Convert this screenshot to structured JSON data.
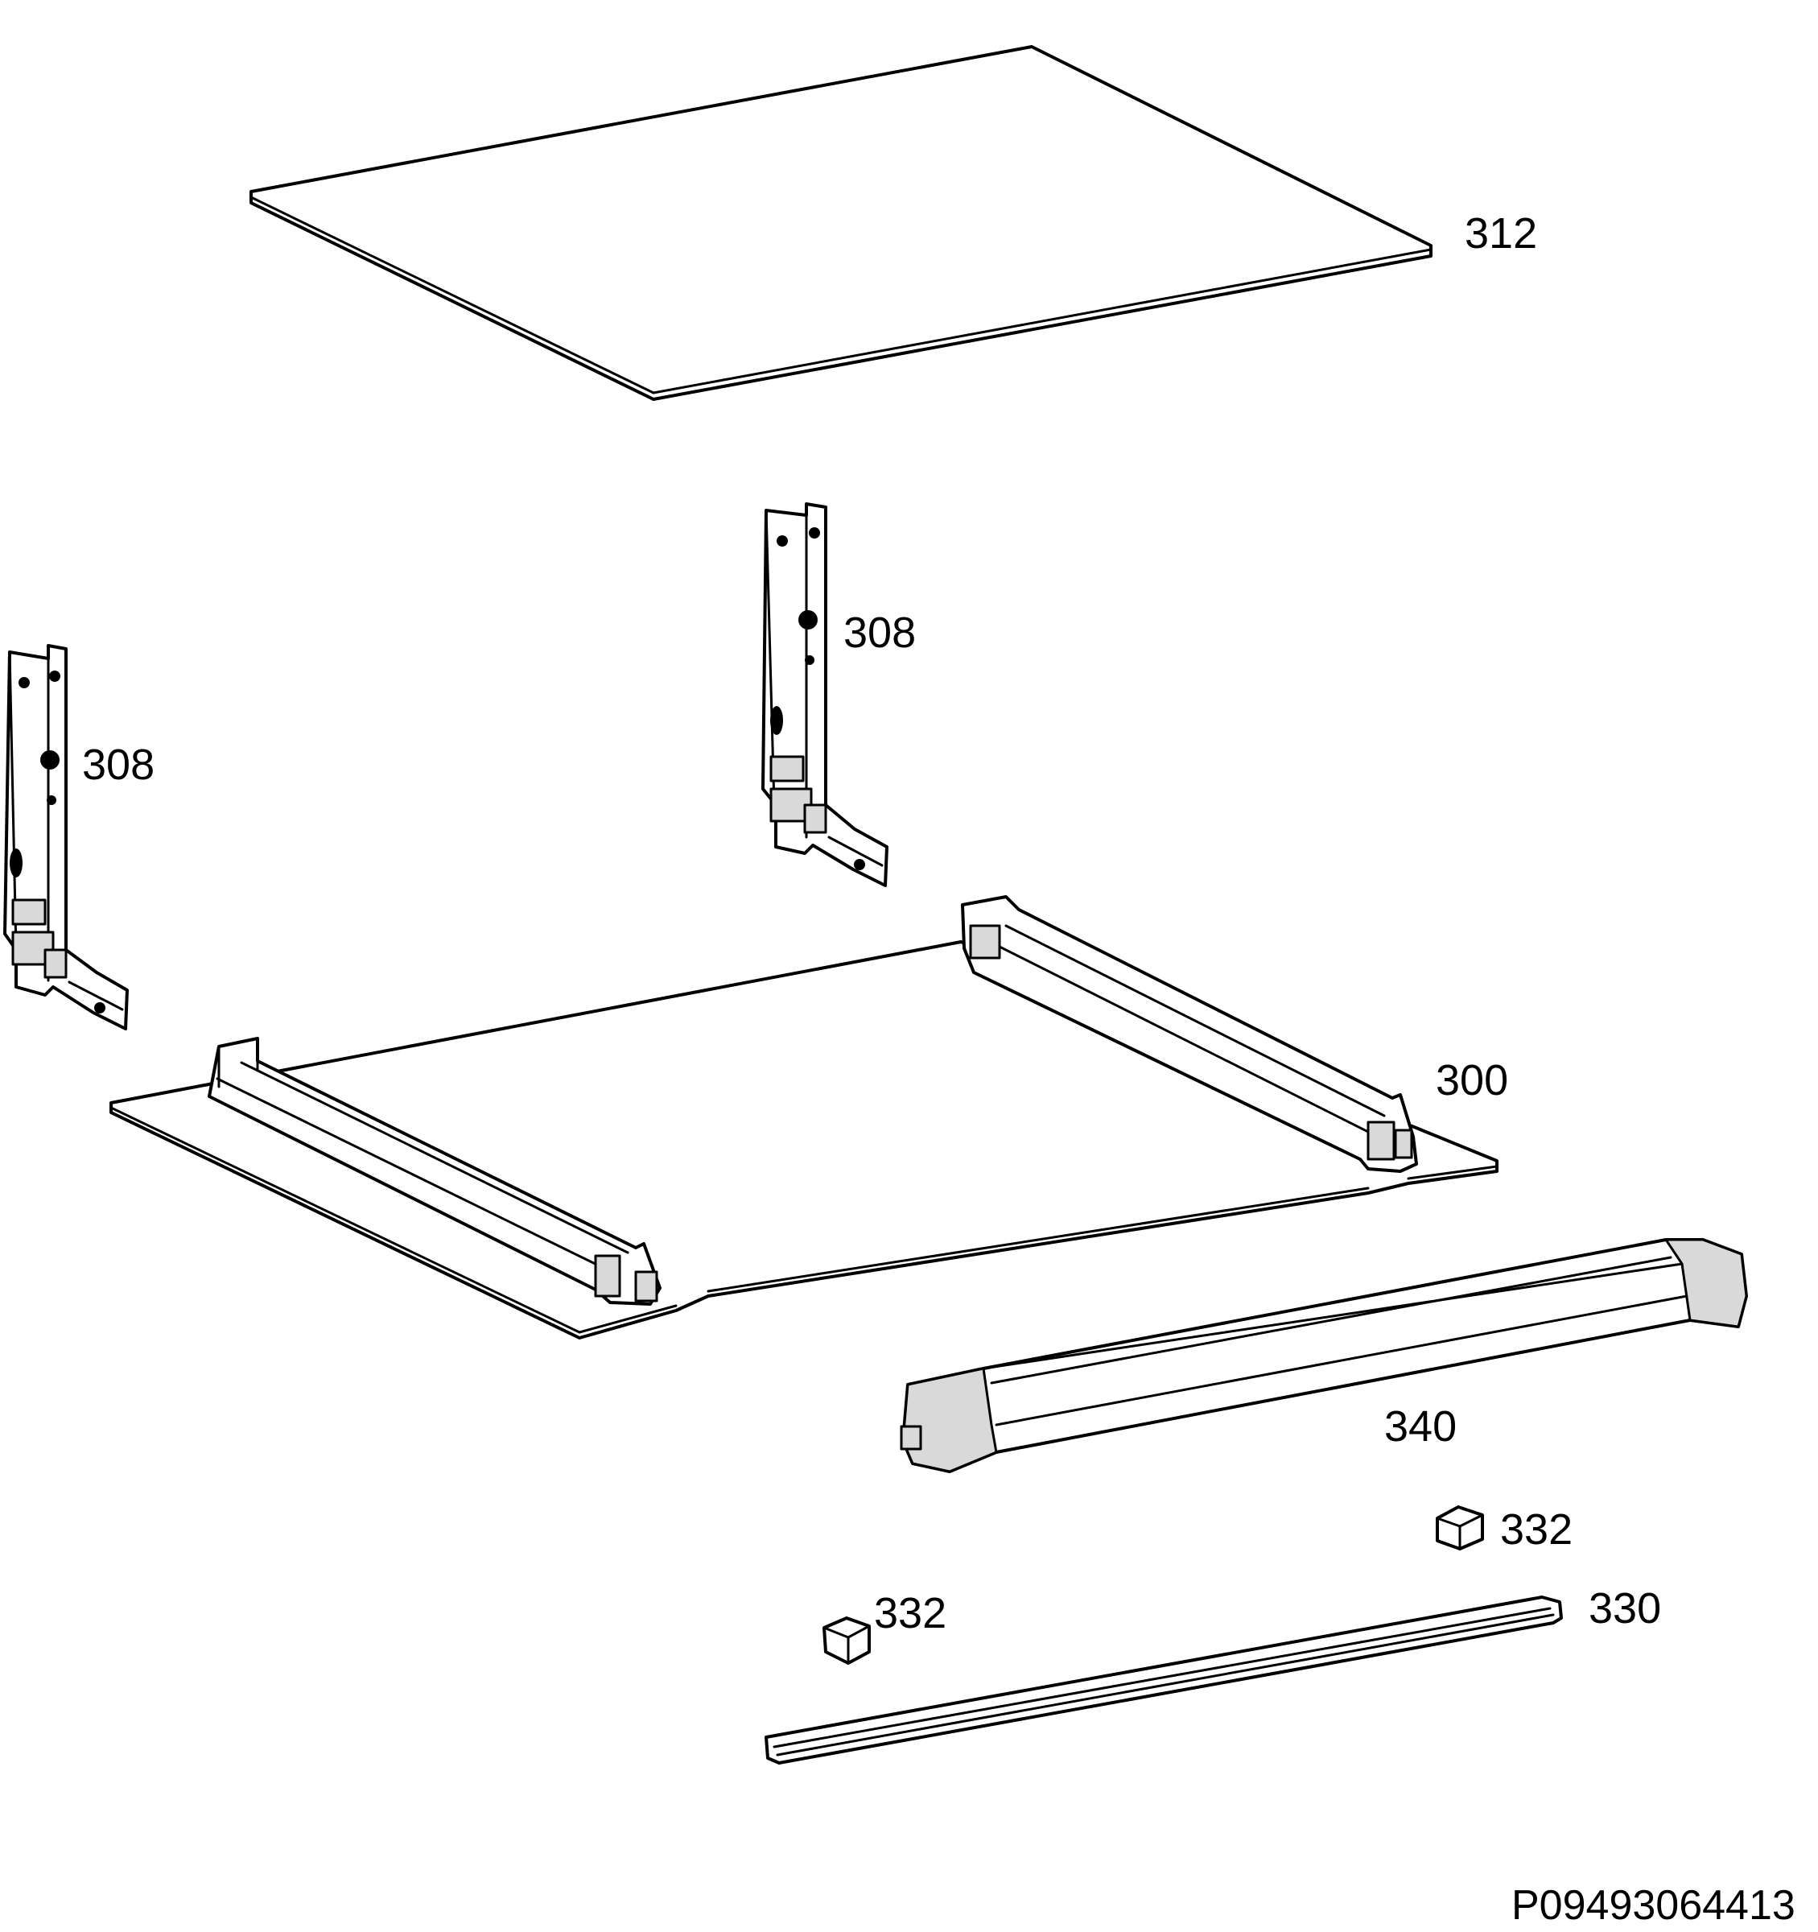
{
  "labels": {
    "part_312": "312",
    "part_308_left": "308",
    "part_308_center": "308",
    "part_300": "300",
    "part_340": "340",
    "part_332_right": "332",
    "part_332_left": "332",
    "part_330": "330"
  },
  "drawing_code": "P09493064413",
  "colors": {
    "line": "#000000",
    "background": "#ffffff",
    "shade": "#d9d9d9"
  }
}
